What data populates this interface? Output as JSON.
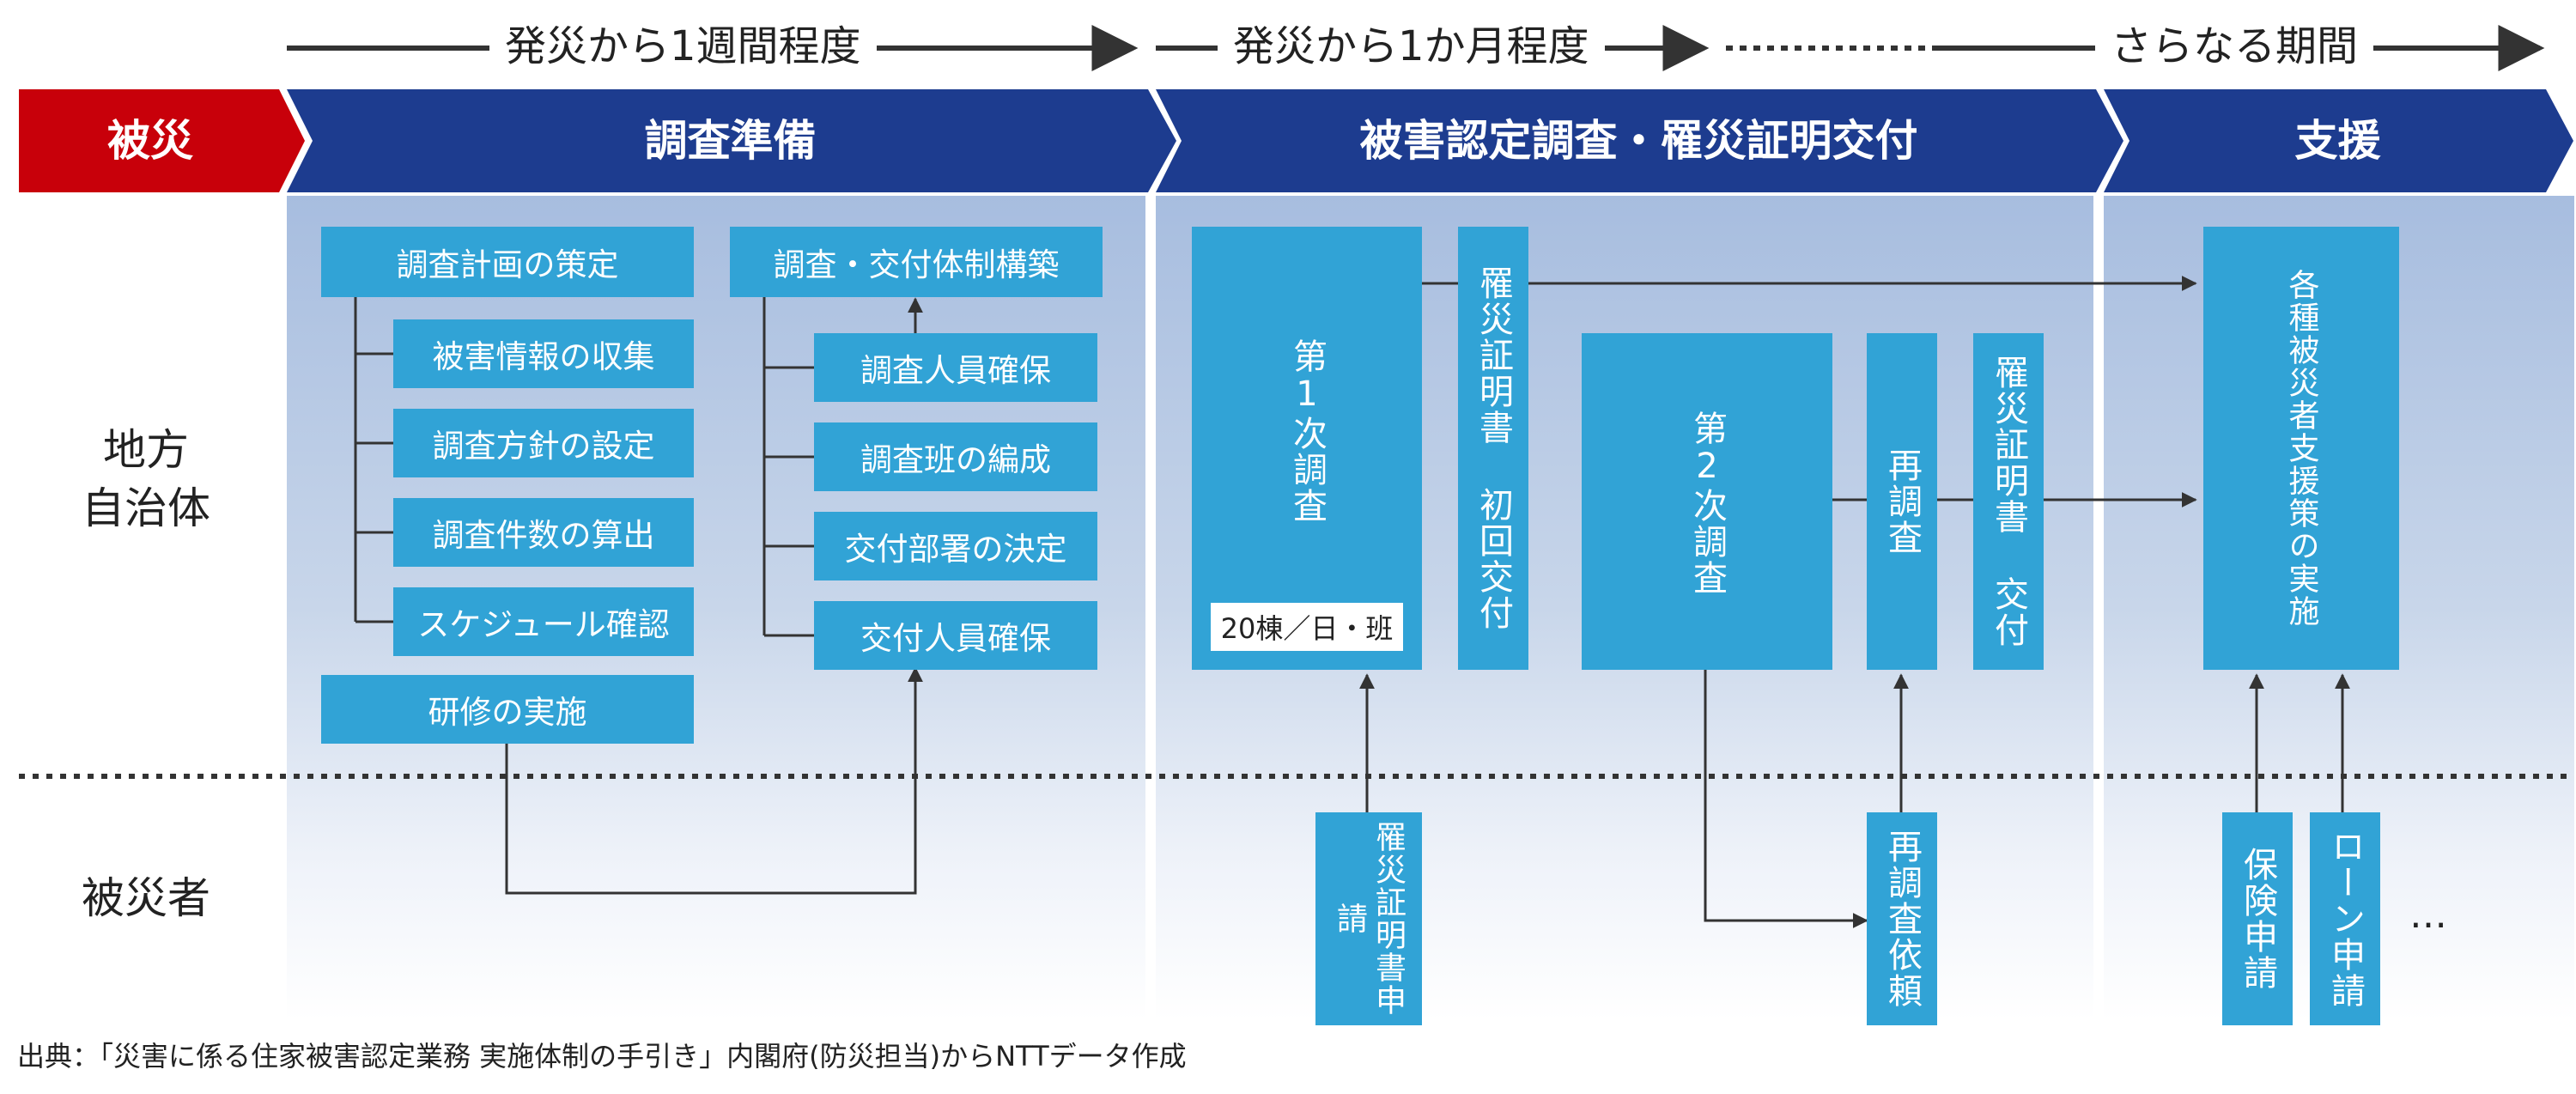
{
  "timeline": {
    "period_1": "発災から1週間程度",
    "period_2": "発災から1か月程度",
    "period_3": "さらなる期間"
  },
  "phases": {
    "disaster": "被災",
    "prep": "調査準備",
    "survey": "被害認定調査・罹災証明交付",
    "support": "支援"
  },
  "rows": {
    "local_gov": "地方\n自治体",
    "victims": "被災者"
  },
  "prep": {
    "plan": "調査計画の策定",
    "plan_items": [
      "被害情報の収集",
      "調査方針の設定",
      "調査件数の算出",
      "スケジュール確認"
    ],
    "training": "研修の実施",
    "system": "調査・交付体制構築",
    "system_items": [
      "調査人員確保",
      "調査班の編成",
      "交付部署の決定",
      "交付人員確保"
    ]
  },
  "survey": {
    "first": "第1次調査",
    "first_badge": "20棟／日・班",
    "cert_first": "罹災証明書 初回交付",
    "second": "第2次調査",
    "resurvey": "再調査",
    "cert_issue": "罹災証明書 交付",
    "apply_cert": "罹災証明書申請",
    "apply_resurvey": "再調査依頼"
  },
  "support": {
    "measures": "各種被災者支援策の実施",
    "insurance": "保険申請",
    "loan": "ローン申請",
    "more": "…"
  },
  "caption": "出典：「災害に係る住家被害認定業務 実施体制の手引き」内閣府(防災担当)からNTTデータ作成",
  "colors": {
    "disaster_red": "#c8000a",
    "header_navy": "#1d3c8f",
    "box_blue": "#31a3d6"
  }
}
